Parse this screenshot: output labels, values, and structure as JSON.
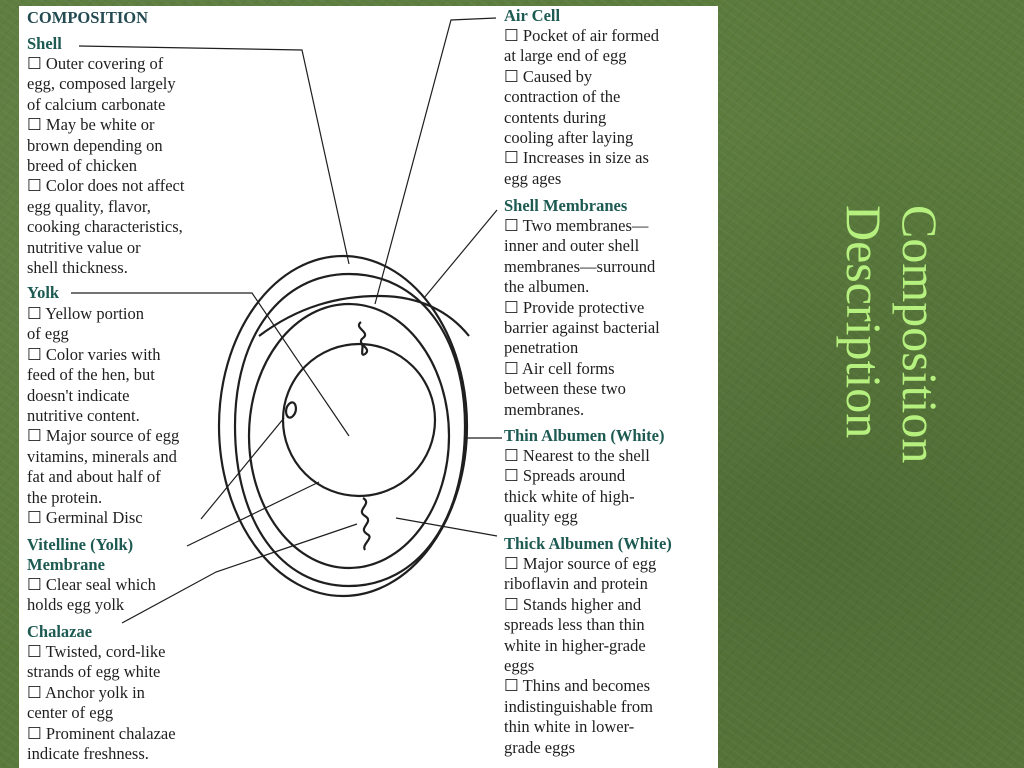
{
  "slide": {
    "title_lines": [
      "Composition",
      "Description"
    ]
  },
  "diagram": {
    "heading": "COMPOSITION",
    "left": {
      "shell": {
        "title": "Shell",
        "lines": [
          "☐  Outer covering of",
          "egg, composed largely",
          "of calcium carbonate",
          "☐  May be white or",
          "brown depending on",
          "breed of chicken",
          "☐  Color does not affect",
          "egg quality, flavor,",
          "cooking characteristics,",
          "nutritive value or",
          "shell thickness."
        ]
      },
      "yolk": {
        "title": "Yolk",
        "lines": [
          "☐  Yellow portion",
          "of egg",
          "☐  Color varies with",
          "feed of the hen, but",
          "doesn't indicate",
          "nutritive content.",
          "☐  Major source of egg",
          "vitamins, minerals and",
          "fat and about half of",
          "the protein.",
          "☐  Germinal Disc"
        ]
      },
      "vitelline": {
        "title_lines": [
          "Vitelline (Yolk)",
          "Membrane"
        ],
        "lines": [
          "☐  Clear seal which",
          "holds egg yolk"
        ]
      },
      "chalazae": {
        "title": "Chalazae",
        "lines": [
          "☐  Twisted, cord-like",
          "strands of egg white",
          "☐  Anchor yolk in",
          "center of egg",
          "☐  Prominent chalazae",
          "indicate freshness."
        ]
      }
    },
    "right": {
      "air_cell": {
        "title": "Air Cell",
        "lines": [
          "☐  Pocket of air formed",
          "at large end of egg",
          "☐  Caused by",
          "contraction of the",
          "contents during",
          "cooling after laying",
          "☐  Increases in size as",
          "egg ages"
        ]
      },
      "shell_membranes": {
        "title": "Shell Membranes",
        "lines": [
          "☐  Two membranes—",
          "inner and outer shell",
          "membranes—surround",
          "the albumen.",
          "☐  Provide protective",
          "barrier against bacterial",
          "penetration",
          "☐  Air cell forms",
          "between these two",
          "membranes."
        ]
      },
      "thin_albumen": {
        "title": "Thin Albumen (White)",
        "lines": [
          "☐  Nearest to the shell",
          "☐  Spreads around",
          "thick white of high-",
          "quality egg"
        ]
      },
      "thick_albumen": {
        "title": "Thick Albumen (White)",
        "lines": [
          "☐  Major source of egg",
          "riboflavin and protein",
          "☐  Stands higher and",
          "spreads less than thin",
          "white in higher-grade",
          "eggs",
          "☐  Thins and becomes",
          "indistinguishable from",
          "thin white in lower-",
          "grade eggs"
        ]
      }
    }
  },
  "colors": {
    "background": "#5a7a3c",
    "title_text": "#b6f07e",
    "heading_text": "#1d5a52",
    "body_text": "#1f1f1f",
    "figure_bg": "#ffffff"
  }
}
